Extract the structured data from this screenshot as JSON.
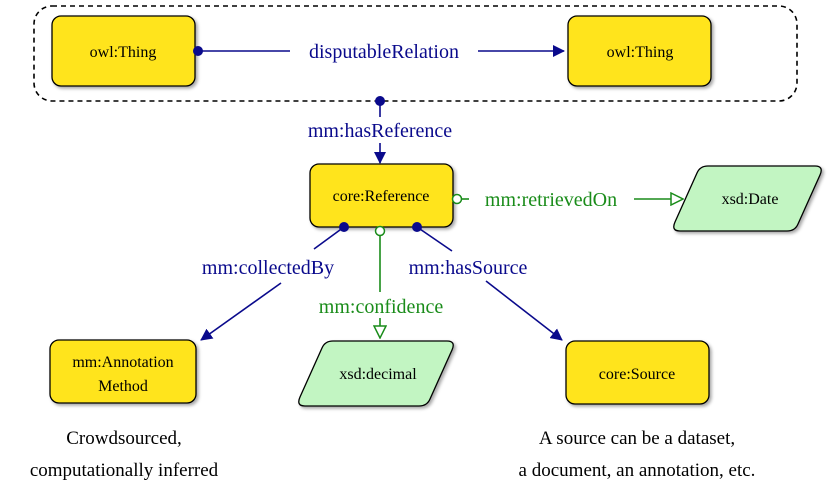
{
  "colors": {
    "class_fill": "#ffe41c",
    "literal_fill": "#c2f5c2",
    "object_edge": "#0a0a8c",
    "datatype_edge": "#1a8c1a"
  },
  "nodes": {
    "owl_thing_left": "owl:Thing",
    "owl_thing_right": "owl:Thing",
    "core_reference": "core:Reference",
    "xsd_date": "xsd:Date",
    "mm_annotation_method_line1": "mm:Annotation",
    "mm_annotation_method_line2": "Method",
    "xsd_decimal": "xsd:decimal",
    "core_source": "core:Source"
  },
  "edges": {
    "disputable_relation": "disputableRelation",
    "has_reference": "mm:hasReference",
    "retrieved_on": "mm:retrievedOn",
    "collected_by": "mm:collectedBy",
    "confidence": "mm:confidence",
    "has_source": "mm:hasSource"
  },
  "notes": {
    "annotation_method_line1": "Crowdsourced,",
    "annotation_method_line2": "computationally inferred",
    "source_line1": "A source can be a dataset,",
    "source_line2": "a document, an annotation, etc."
  }
}
